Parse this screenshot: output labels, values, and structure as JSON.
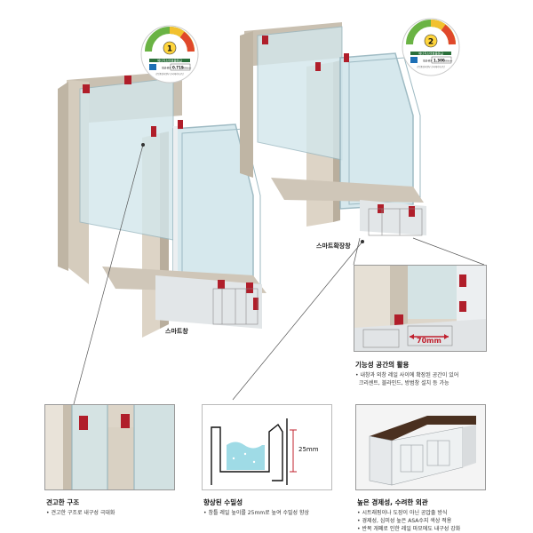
{
  "badges": [
    {
      "grade": "1",
      "title": "에너지소비효율등급",
      "value": "0.719",
      "unit": "kWh/m²",
      "cert_label": "열관류율",
      "footer": "산업통상자원부 한국에너지공단"
    },
    {
      "grade": "2",
      "title": "에너지소비효율등급",
      "value": "1.300",
      "unit": "kWh/m²",
      "cert_label": "열관류율",
      "footer": "산업통상자원부 한국에너지공단"
    }
  ],
  "product_labels": {
    "left": "스마트창",
    "right": "스마트확장창"
  },
  "callout": {
    "dimension": "70mm",
    "title": "기능성 공간의 활용",
    "desc": [
      "• 내창과 외창 레일 사이에 확장된 공간이 있어",
      "  크리센트, 블라인드, 방범창 설치 등 가능"
    ]
  },
  "features": [
    {
      "title": "견고한 구조",
      "desc": [
        "• 견고한 구조로 내구성 극대화"
      ]
    },
    {
      "title": "향상된 수밀성",
      "desc": [
        "• 창틀 레일 높이를 25mm로 높여 수밀성 향상"
      ],
      "dimension": "25mm"
    },
    {
      "title": "높은 경제성, 수려한 외관",
      "desc": [
        "• 시트래핑이나 도장이 아닌 공압출 방식",
        "• 경제성, 심미성 높은 ASA수지 색상 적용",
        "• 반복 개폐로 인한 레일 마모에도 내구성 강화"
      ]
    }
  ],
  "colors": {
    "frame": "#d9d0c2",
    "frame_dark": "#b8ad9c",
    "glass": "#cfe6ec",
    "red": "#b01e2a",
    "white_profile": "#eceff1",
    "rail_dim": "#c0202e",
    "water": "#9fdbe6"
  }
}
